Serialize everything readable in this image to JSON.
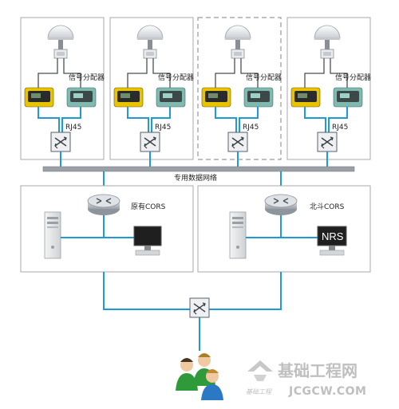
{
  "station": {
    "splitter_label": "信号分配器",
    "port_label": "RJ45"
  },
  "network": {
    "bus_label": "专用数据网络"
  },
  "centers": {
    "left_label": "原有CORS",
    "right_label": "北斗CORS",
    "nrs_label": "NRS"
  },
  "watermark": {
    "chinese": "基础工程网",
    "domain": "JCGCW.COM",
    "signature": "基础工程"
  },
  "colors": {
    "line": "#1f9ad6",
    "bus": "#9aa0a6",
    "panel_border": "#aaaaaa",
    "receiver_yellow": "#e8c400",
    "receiver_teal": "#7fb9b0",
    "person_green": "#2e9a3a",
    "person_blue": "#2b78c4"
  }
}
